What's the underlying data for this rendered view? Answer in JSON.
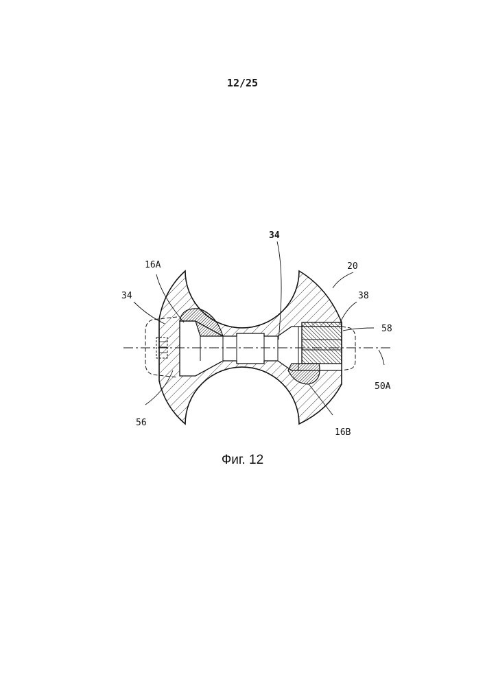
{
  "page": {
    "number": "12/25"
  },
  "figure": {
    "caption": "Фиг. 12",
    "references": {
      "r34_top": "34",
      "r34_left": "34",
      "r16A": "16A",
      "r20": "20",
      "r38": "38",
      "r58": "58",
      "r50A": "50A",
      "r56": "56",
      "r16B": "16B"
    }
  }
}
